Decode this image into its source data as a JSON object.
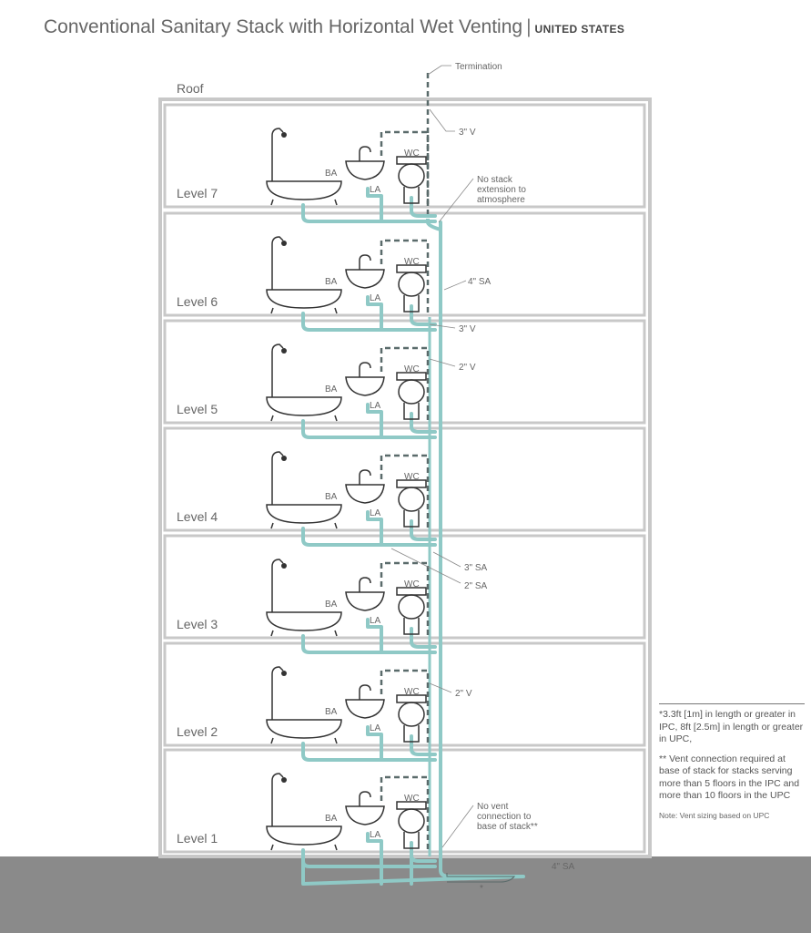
{
  "title": "Conventional Sanitary Stack with Horizontal Wet Venting",
  "title_separator": "|",
  "region": "UNITED STATES",
  "roof_label": "Roof",
  "fixtures": {
    "bathtub": "BA",
    "lavatory": "LA",
    "water_closet": "WC"
  },
  "levels": [
    "Level 7",
    "Level 6",
    "Level 5",
    "Level 4",
    "Level 3",
    "Level 2",
    "Level 1"
  ],
  "callouts": {
    "termination": "Termination",
    "vent_3_top": "3\" V",
    "no_stack_extension": [
      "No stack",
      "extension to",
      "atmosphere"
    ],
    "sanitary_4": "4\" SA",
    "vent_3_mid": "3\" V",
    "vent_2_upper": "2\" V",
    "sanitary_3": "3\" SA",
    "sanitary_2": "2\" SA",
    "vent_2_lower": "2\" V",
    "no_vent_connection": [
      "No vent",
      "connection to",
      "base of stack**"
    ],
    "sanitary_4_base": "4\" SA",
    "asterisk": "*"
  },
  "notes": {
    "note1": "*3.3ft [1m] in length or greater in IPC, 8ft [2.5m] in length or greater in UPC,",
    "note2": "** Vent connection required at base of stack for stacks serving more than 5 floors in the IPC and more than 10 floors in the UPC",
    "note3": "Note: Vent sizing based on UPC"
  },
  "colors": {
    "pipe": "#8fc9c6",
    "vent": "#5a6b6b",
    "building": "#c8c8c8",
    "ground": "#8a8a8a",
    "fixture": "#333333",
    "text": "#666666"
  }
}
